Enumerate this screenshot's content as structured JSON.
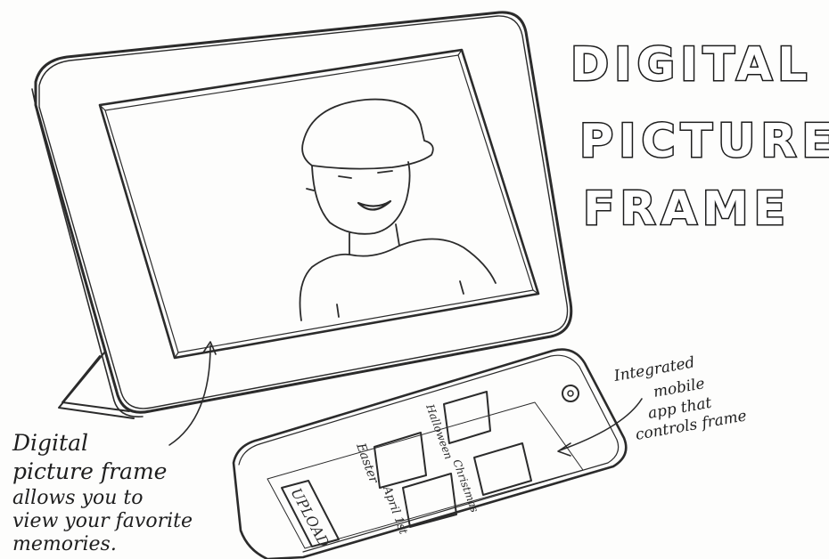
{
  "title": {
    "line1": "DIGITAL",
    "line2": "PICTURE",
    "line3": "FRAME"
  },
  "annotations": {
    "frame_note": {
      "line1": "Digital",
      "line2": "picture frame",
      "line3": "allows you to",
      "line4": "view your favorite",
      "line5": "memories."
    },
    "app_note": {
      "line1": "Integrated",
      "line2": "mobile",
      "line3": "app that",
      "line4": "controls frame"
    }
  },
  "phone_app": {
    "upload_label": "UPLOAD",
    "album_labels": [
      "Easter",
      "Halloween",
      "Christmas",
      "April 1st"
    ]
  }
}
